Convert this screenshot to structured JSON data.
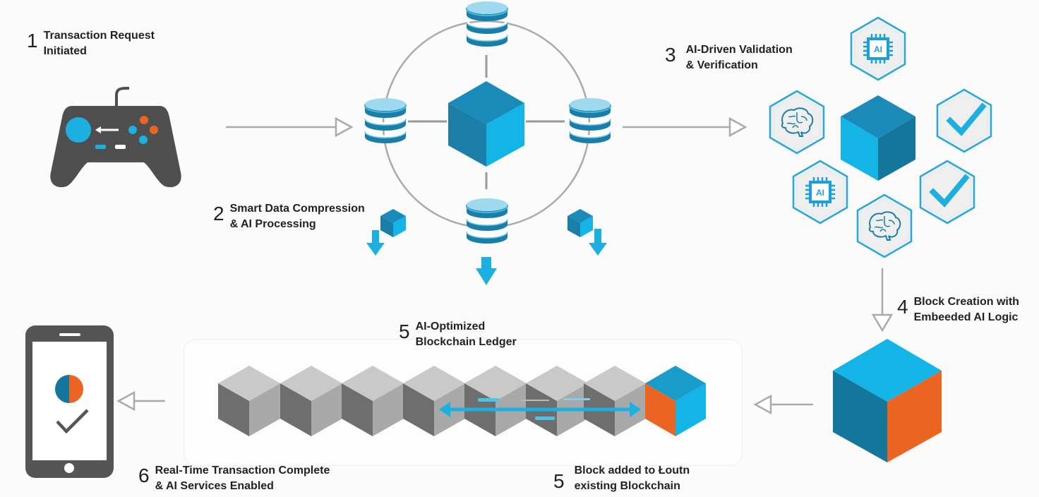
{
  "diagram": {
    "title": "AI-Enhanced Blockchain Transaction Flow",
    "colors": {
      "primary_blue": "#1aa0d2",
      "light_blue": "#12b5e5",
      "dark_blue": "#14769a",
      "orange": "#ec6421",
      "dark_gray": "#505050",
      "connector_gray": "#aaaaaa"
    },
    "steps": [
      {
        "number": "1",
        "line1": "Transaction Request",
        "line2": "Initiated",
        "icon": "game-controller-icon"
      },
      {
        "number": "2",
        "line1": "Smart Data Compression",
        "line2": "& AI Processing",
        "icon": "database-network-icon"
      },
      {
        "number": "3",
        "line1": "AI-Driven Validation",
        "line2": "& Verification",
        "icon": "ai-validation-hex-cluster-icon"
      },
      {
        "number": "4",
        "line1": "Block Creation with",
        "line2": "Embeeded AI Logic",
        "icon": "new-block-cube-icon"
      },
      {
        "number": "5",
        "line1": "AI-Optimized",
        "line2": "Blockchain Ledger",
        "icon": "blockchain-chain-icon"
      },
      {
        "number": "5",
        "line1": "Block added to Łoutn",
        "line2": "existing Blockchain",
        "icon": ""
      },
      {
        "number": "6",
        "line1": "Real-Time Transaction Complete",
        "line2": "& AI Services Enabled",
        "icon": "smartphone-check-icon"
      }
    ],
    "validation_hexes": [
      {
        "icon": "ai-chip-icon",
        "text": "AI"
      },
      {
        "icon": "brain-icon",
        "text": ""
      },
      {
        "icon": "checkmark-icon",
        "text": ""
      },
      {
        "icon": "ai-chip-icon",
        "text": "AI"
      },
      {
        "icon": "checkmark-icon",
        "text": ""
      },
      {
        "icon": "brain-icon",
        "text": ""
      }
    ],
    "ledger": {
      "gray_block_count": 7,
      "new_block_count": 1
    }
  }
}
